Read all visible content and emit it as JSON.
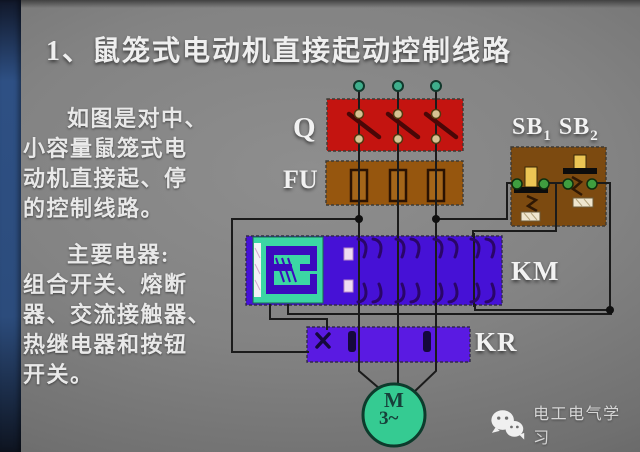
{
  "slide": {
    "title": "1、鼠笼式电动机直接起动控制线路",
    "paragraph1_lines": [
      "如图是对中、",
      "小容量鼠笼式电",
      "动机直接起、停",
      "的控制线路。"
    ],
    "paragraph2_lines": [
      "主要电器:",
      "组合开关、熔断",
      "器、交流接触器、",
      "热继电器和按钮",
      "开关。"
    ]
  },
  "diagram": {
    "labels": {
      "switch": "Q",
      "fuse": "FU",
      "sb1": {
        "base": "SB",
        "sub": "1"
      },
      "sb2": {
        "base": "SB",
        "sub": "2"
      },
      "contactor": "KM",
      "relay": "KR"
    },
    "motor": {
      "letter": "M",
      "phase": "3~"
    }
  },
  "watermark": {
    "text": "电工电气学习"
  },
  "colors": {
    "switch_box": "#c41410",
    "fuse_box": "#96560e",
    "button_box": "#7c4a10",
    "contactor_box": "#4611d6",
    "relay_box": "#5a1ae2",
    "coil_teal": "#3cd6a4",
    "motor_green": "#35cb92",
    "terminal_teal": "#3fae8c",
    "button_dot_green": "#3f9e3f",
    "stripe_blue": "#2e5084",
    "wire": "#1b1b1b"
  }
}
